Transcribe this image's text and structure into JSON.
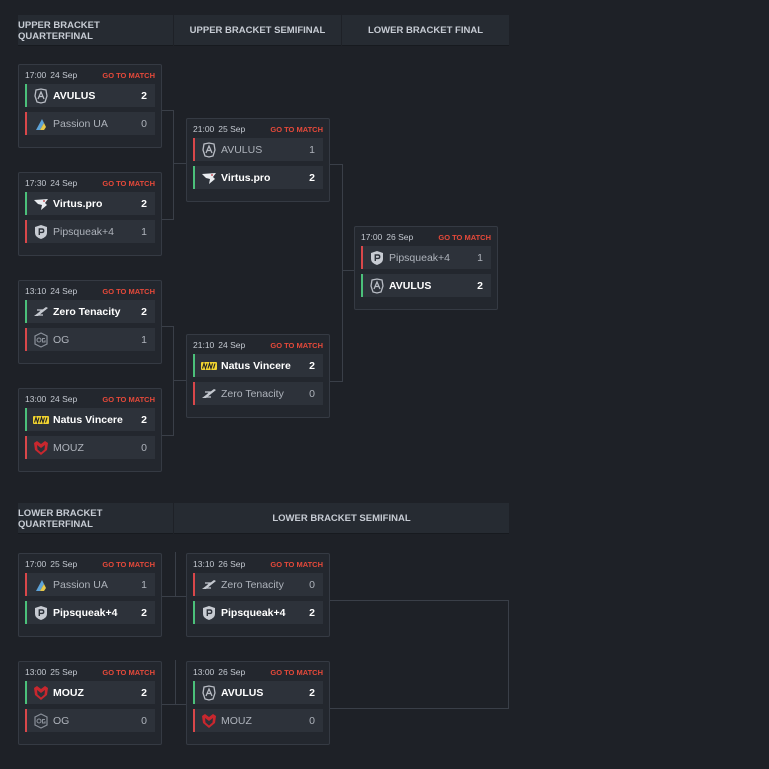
{
  "headers": {
    "ubqf": "UPPER BRACKET QUARTERFINAL",
    "ubsf": "UPPER BRACKET SEMIFINAL",
    "lbf": "LOWER BRACKET FINAL",
    "lbqf": "LOWER BRACKET QUARTERFINAL",
    "lbsf": "LOWER BRACKET SEMIFINAL"
  },
  "goto_label": "GO TO MATCH",
  "colors": {
    "win": "#4bc07a",
    "lose": "#d9474a",
    "accent": "#e5493a"
  },
  "matches": [
    {
      "time": "17:00",
      "date": "24 Sep",
      "teams": [
        {
          "name": "AVULUS",
          "score": "2",
          "win": true,
          "icon": "avulus-logo-icon"
        },
        {
          "name": "Passion UA",
          "score": "0",
          "win": false,
          "icon": "passion-ua-logo-icon"
        }
      ]
    },
    {
      "time": "17:30",
      "date": "24 Sep",
      "teams": [
        {
          "name": "Virtus.pro",
          "score": "2",
          "win": true,
          "icon": "virtus-pro-logo-icon"
        },
        {
          "name": "Pipsqueak+4",
          "score": "1",
          "win": false,
          "icon": "pipsqueak-logo-icon"
        }
      ]
    },
    {
      "time": "13:10",
      "date": "24 Sep",
      "teams": [
        {
          "name": "Zero Tenacity",
          "score": "2",
          "win": true,
          "icon": "zero-tenacity-logo-icon"
        },
        {
          "name": "OG",
          "score": "1",
          "win": false,
          "icon": "og-logo-icon"
        }
      ]
    },
    {
      "time": "13:00",
      "date": "24 Sep",
      "teams": [
        {
          "name": "Natus Vincere",
          "score": "2",
          "win": true,
          "icon": "navi-logo-icon"
        },
        {
          "name": "MOUZ",
          "score": "0",
          "win": false,
          "icon": "mouz-logo-icon"
        }
      ]
    },
    {
      "time": "21:00",
      "date": "25 Sep",
      "teams": [
        {
          "name": "AVULUS",
          "score": "1",
          "win": false,
          "icon": "avulus-logo-icon"
        },
        {
          "name": "Virtus.pro",
          "score": "2",
          "win": true,
          "icon": "virtus-pro-logo-icon"
        }
      ]
    },
    {
      "time": "21:10",
      "date": "24 Sep",
      "teams": [
        {
          "name": "Natus Vincere",
          "score": "2",
          "win": true,
          "icon": "navi-logo-icon"
        },
        {
          "name": "Zero Tenacity",
          "score": "0",
          "win": false,
          "icon": "zero-tenacity-logo-icon"
        }
      ]
    },
    {
      "time": "17:00",
      "date": "26 Sep",
      "teams": [
        {
          "name": "Pipsqueak+4",
          "score": "1",
          "win": false,
          "icon": "pipsqueak-logo-icon"
        },
        {
          "name": "AVULUS",
          "score": "2",
          "win": true,
          "icon": "avulus-logo-icon"
        }
      ]
    },
    {
      "time": "17:00",
      "date": "25 Sep",
      "teams": [
        {
          "name": "Passion UA",
          "score": "1",
          "win": false,
          "icon": "passion-ua-logo-icon"
        },
        {
          "name": "Pipsqueak+4",
          "score": "2",
          "win": true,
          "icon": "pipsqueak-logo-icon"
        }
      ]
    },
    {
      "time": "13:00",
      "date": "25 Sep",
      "teams": [
        {
          "name": "MOUZ",
          "score": "2",
          "win": true,
          "icon": "mouz-logo-icon"
        },
        {
          "name": "OG",
          "score": "0",
          "win": false,
          "icon": "og-logo-icon"
        }
      ]
    },
    {
      "time": "13:10",
      "date": "26 Sep",
      "teams": [
        {
          "name": "Zero Tenacity",
          "score": "0",
          "win": false,
          "icon": "zero-tenacity-logo-icon"
        },
        {
          "name": "Pipsqueak+4",
          "score": "2",
          "win": true,
          "icon": "pipsqueak-logo-icon"
        }
      ]
    },
    {
      "time": "13:00",
      "date": "26 Sep",
      "teams": [
        {
          "name": "AVULUS",
          "score": "2",
          "win": true,
          "icon": "avulus-logo-icon"
        },
        {
          "name": "MOUZ",
          "score": "0",
          "win": false,
          "icon": "mouz-logo-icon"
        }
      ]
    }
  ]
}
